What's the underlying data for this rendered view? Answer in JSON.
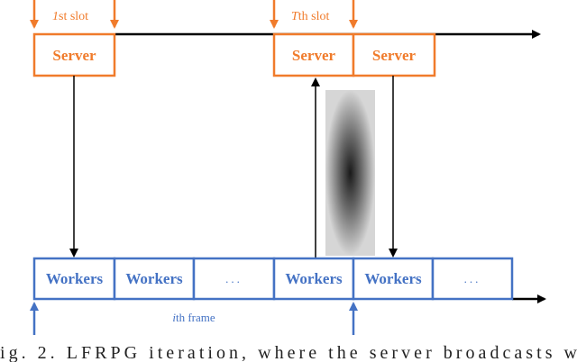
{
  "colors": {
    "orange": "#f07b2b",
    "blue": "#4472c4",
    "black": "#000000"
  },
  "slot_labels": {
    "first": {
      "italic": "1",
      "rest": "st slot"
    },
    "t": {
      "italic": "T",
      "rest": "th slot"
    }
  },
  "servers": {
    "s1": "Server",
    "s2": "Server",
    "s3": "Server"
  },
  "workers": {
    "w1": "Workers",
    "w2": "Workers",
    "w3": "...",
    "w4": "Workers",
    "w5": "Workers",
    "w6": "..."
  },
  "frame_label": {
    "italic": "i",
    "rest": "th frame"
  },
  "caption": "ig. 2. LFRPG iteration, where the server broadcasts w"
}
